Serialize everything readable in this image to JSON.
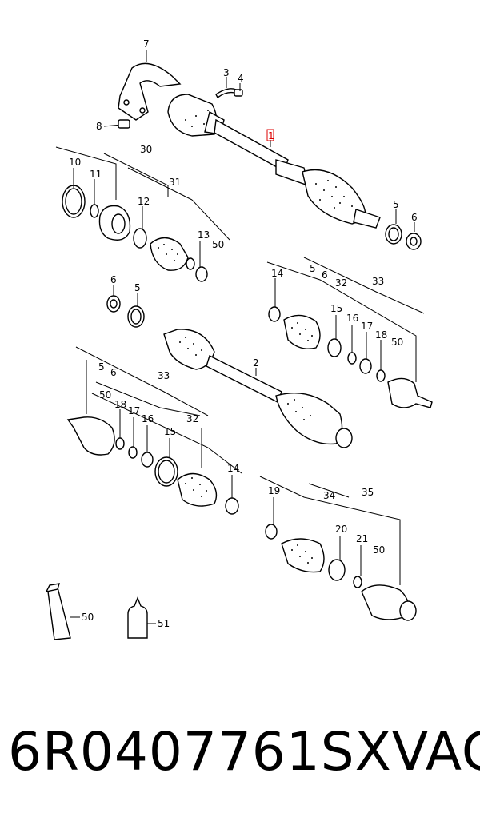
{
  "callouts": {
    "c1": "1",
    "c2": "2",
    "c3": "3",
    "c4": "4",
    "c5a": "5",
    "c6a": "6",
    "c7": "7",
    "c8": "8",
    "c10": "10",
    "c11": "11",
    "c12": "12",
    "c13": "13",
    "c30": "30",
    "c31": "31",
    "c50a": "50",
    "c5b": "5",
    "c6b": "6",
    "c14a": "14",
    "c15a": "15",
    "c16a": "16",
    "c17a": "17",
    "c18a": "18",
    "c50b": "50",
    "c5c": "5",
    "c6c": "6",
    "c32a": "32",
    "c33a": "33",
    "c5d": "5",
    "c6d": "6",
    "c33b": "33",
    "c50c": "50",
    "c18b": "18",
    "c17b": "17",
    "c16b": "16",
    "c15b": "15",
    "c32b": "32",
    "c14b": "14",
    "c19": "19",
    "c20": "20",
    "c21": "21",
    "c34": "34",
    "c35": "35",
    "c50d": "50",
    "c50e": "50",
    "c51": "51"
  },
  "caption": {
    "part_number": "6R0407761SX",
    "brand": "VAG"
  }
}
